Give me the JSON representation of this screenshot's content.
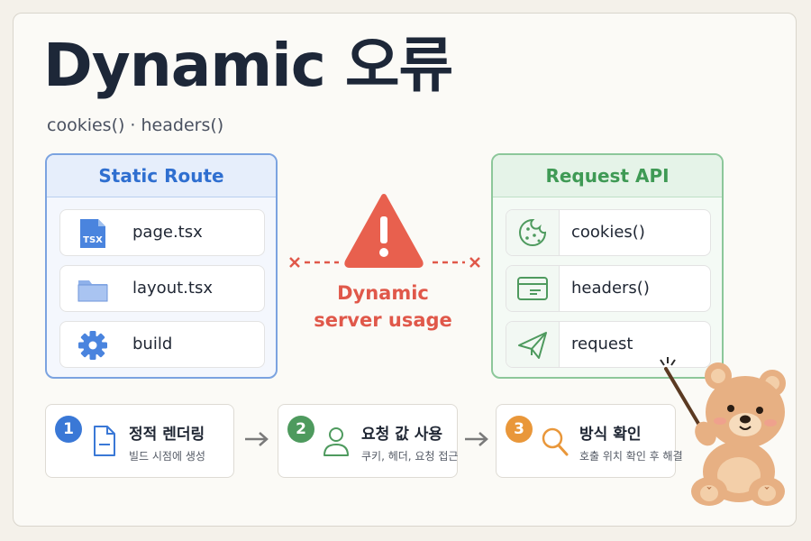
{
  "title": "Dynamic 오류",
  "subtitle": "cookies() · headers()",
  "static_panel": {
    "heading": "Static Route",
    "items": [
      {
        "label": "page.tsx",
        "icon": "tsx-file-icon",
        "badge": "TSX"
      },
      {
        "label": "layout.tsx",
        "icon": "folder-icon"
      },
      {
        "label": "build",
        "icon": "gear-icon"
      }
    ]
  },
  "request_panel": {
    "heading": "Request API",
    "items": [
      {
        "label": "cookies()",
        "icon": "cookie-icon"
      },
      {
        "label": "headers()",
        "icon": "browser-window-icon"
      },
      {
        "label": "request",
        "icon": "paper-plane-icon"
      }
    ]
  },
  "center": {
    "icon": "warning-triangle-icon",
    "line1": "Dynamic",
    "line2": "server usage"
  },
  "steps": [
    {
      "number": "1",
      "title": "정적 렌더링",
      "desc": "빌드 시점에 생성",
      "icon": "document-icon",
      "color": "#3a78d6"
    },
    {
      "number": "2",
      "title": "요청 값 사용",
      "desc": "쿠키, 헤더, 요청 접근",
      "icon": "user-icon",
      "color": "#4e9a5e"
    },
    {
      "number": "3",
      "title": "방식 확인",
      "desc": "호출 위치 확인 후 해결",
      "icon": "magnifier-icon",
      "color": "#e9973a"
    }
  ],
  "colors": {
    "blue": "#2f6fd0",
    "green": "#3f9a55",
    "red": "#e0584a",
    "dark": "#1d2738"
  }
}
